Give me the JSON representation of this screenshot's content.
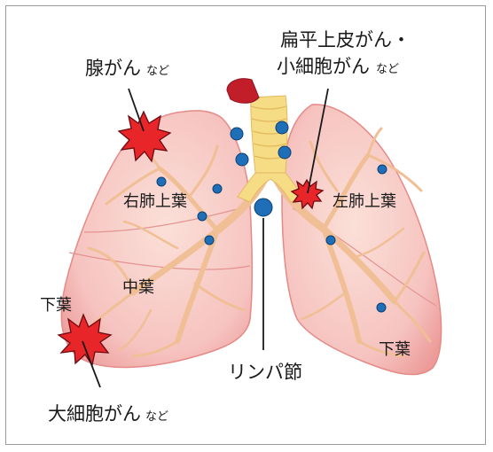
{
  "labels": {
    "adenocarcinoma": "腺がん",
    "adenocarcinoma_suffix": "など",
    "squamous_line1": "扁平上皮がん・",
    "squamous_line2": "小細胞がん",
    "squamous_suffix": "など",
    "right_upper_lobe": "右肺上葉",
    "left_upper_lobe": "左肺上葉",
    "middle_lobe": "中葉",
    "right_lower_lobe": "下葉",
    "left_lower_lobe": "下葉",
    "lymph_node": "リンパ節",
    "large_cell": "大細胞がん",
    "large_cell_suffix": "など"
  },
  "colors": {
    "lung_fill": "#f6c7c4",
    "lung_edge": "#e9908c",
    "lung_center": "#f9d6cf",
    "bronchi": "#f3c59a",
    "trachea": "#f7e08a",
    "trachea_top": "#c21e2a",
    "lymph_node": "#1f6fb8",
    "tumor": "#e8262a",
    "text": "#1a1a1a"
  }
}
